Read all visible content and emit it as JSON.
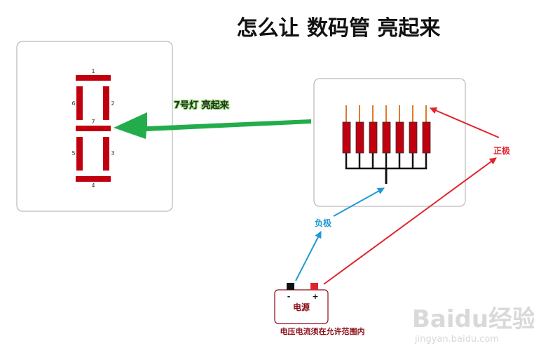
{
  "title": "怎么让 数码管 亮起来",
  "segment_numbers": [
    "1",
    "2",
    "3",
    "4",
    "5",
    "6",
    "7"
  ],
  "instruction_label": "7号灯 亮起来",
  "positive_label": "正极",
  "negative_label": "负极",
  "battery": {
    "label": "电源",
    "minus_sign": "-",
    "plus_sign": "+"
  },
  "caption": "电压电流须在允许范围内",
  "watermark": {
    "logo_text": "Baidu经验",
    "url": "jingyan.baidu.com"
  },
  "colors": {
    "segment_red": "#c0000f",
    "pin_orange": "#e07a2a",
    "green_arrow": "#22ad4a",
    "positive_red": "#e0242c",
    "negative_blue": "#1e9ad6",
    "battery_text": "#8b0d18"
  }
}
